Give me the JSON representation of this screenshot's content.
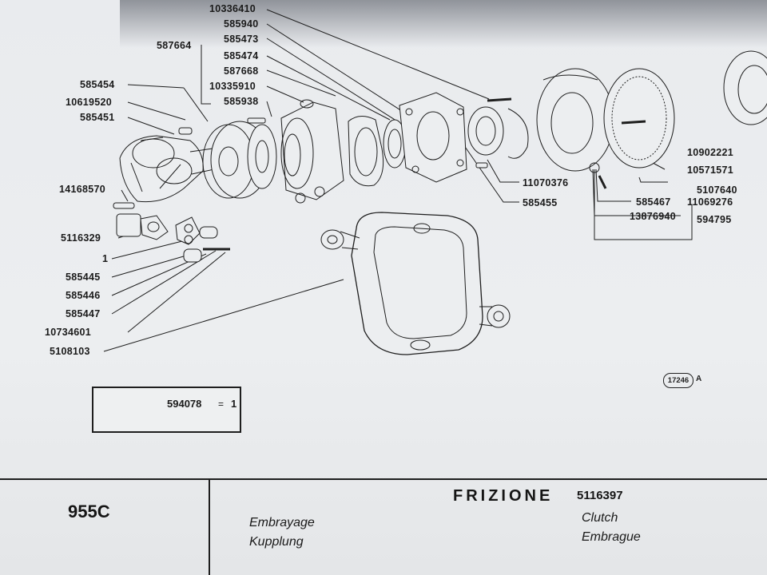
{
  "model": "955C",
  "title_it": "FRIZIONE",
  "group_code": "5116397",
  "title_fr": "Embrayage",
  "title_de": "Kupplung",
  "title_en": "Clutch",
  "title_es": "Embrague",
  "drawing_ref": "17246",
  "drawing_ref_suffix": "A",
  "kit": {
    "code": "594078",
    "eq": "=",
    "qty": "1"
  },
  "part_labels": [
    "10336410",
    "585940",
    "585473",
    "587664",
    "585474",
    "587668",
    "10335910",
    "585938",
    "585454",
    "10619520",
    "585451",
    "14168570",
    "5116329",
    "1",
    "585445",
    "585446",
    "585447",
    "10734601",
    "5108103",
    "11070376",
    "585455",
    "10902221",
    "10571571",
    "5107640",
    "585467",
    "11069276",
    "13876940",
    "594795"
  ],
  "colors": {
    "ink": "#1e1e1e",
    "paper": "#eceef0"
  }
}
